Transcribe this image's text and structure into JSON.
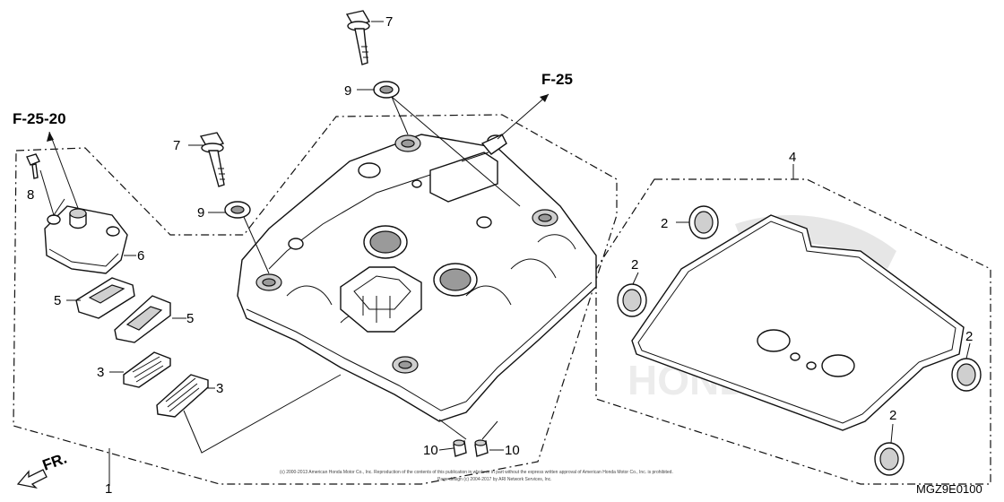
{
  "diagram": {
    "callouts": {
      "cover": "1",
      "packing_ring": "2",
      "baffle": "3",
      "gasket": "4",
      "packing_small": "5",
      "breather_cover": "6",
      "bolt": "7",
      "screw": "8",
      "washer": "9",
      "collar": "10"
    },
    "references": {
      "breather_ref": "F-25-20",
      "tube_ref": "F-25"
    },
    "direction_label": "FR.",
    "diagram_code": "MGZ9E0100",
    "copyright_line1": "(c) 2000-2013 American Honda Motor Co., Inc. Reproduction of the contents of this publication in whole or in part without the express written approval of American Honda Motor Co., Inc. is prohibited.",
    "copyright_line2": "Page design (c) 2004-2017 by ARI Network Services, Inc.",
    "watermark": "HONDA"
  }
}
